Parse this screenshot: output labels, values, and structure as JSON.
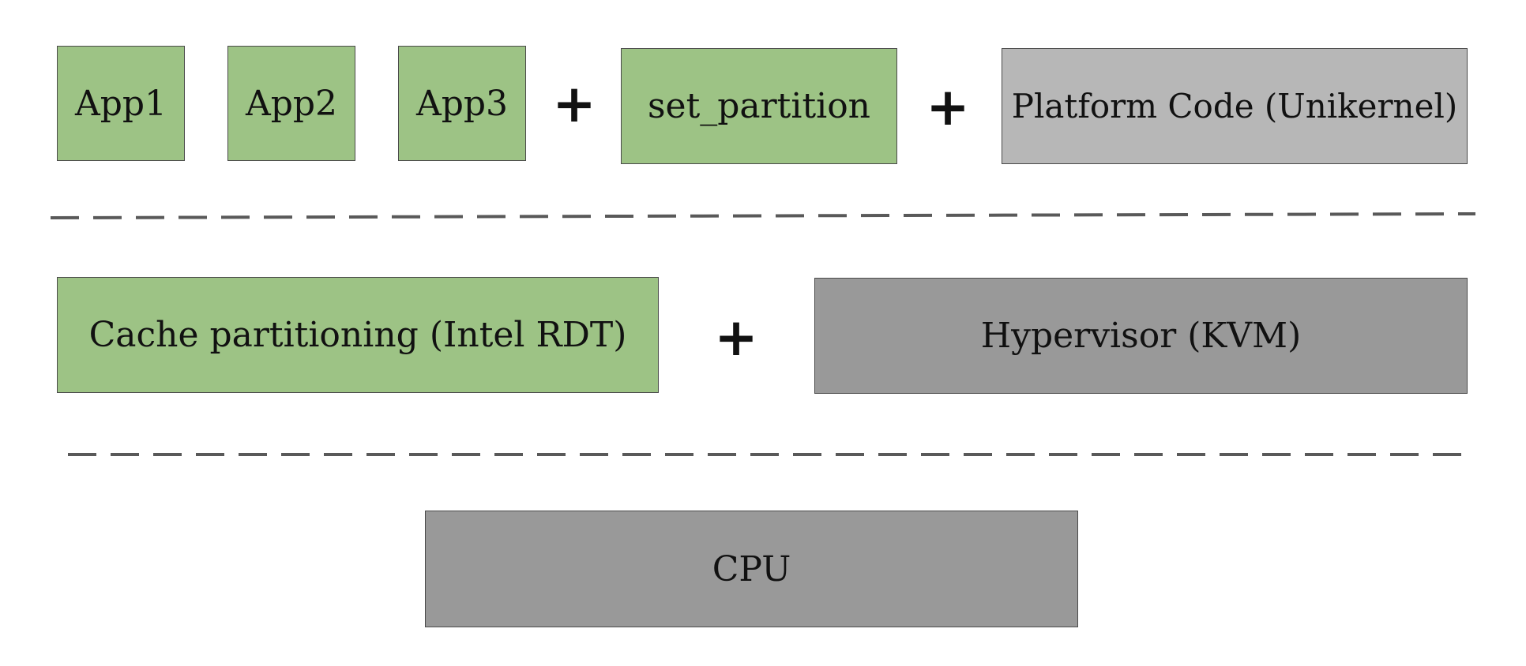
{
  "colors": {
    "app_fill": "#9dc385",
    "platform_fill": "#b7b7b7",
    "host_fill": "#999999",
    "border": "#4a4a4a",
    "divider": "#595959"
  },
  "top_layer": {
    "apps": [
      "App1",
      "App2",
      "App3"
    ],
    "operator_1": "+",
    "set_partition": "set_partition",
    "operator_2": "+",
    "platform_code": "Platform Code (Unikernel)"
  },
  "middle_layer": {
    "cache_partitioning": "Cache partitioning (Intel RDT)",
    "operator": "+",
    "hypervisor": "Hypervisor (KVM)"
  },
  "bottom_layer": {
    "cpu": "CPU"
  }
}
